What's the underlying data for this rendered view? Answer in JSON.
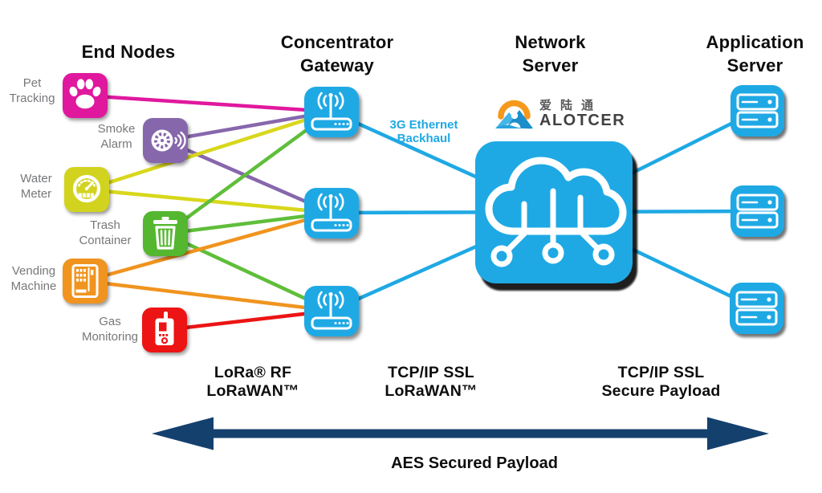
{
  "title_headers": {
    "end_nodes": "End Nodes",
    "concentrator": [
      "Concentrator",
      "Gateway"
    ],
    "network": [
      "Network",
      "Server"
    ],
    "application": [
      "Application",
      "Server"
    ]
  },
  "end_nodes": [
    {
      "id": "pet",
      "label": [
        "Pet",
        "Tracking"
      ],
      "color": "#e0189e",
      "icon": "paw-icon"
    },
    {
      "id": "smoke",
      "label": [
        "Smoke",
        "Alarm"
      ],
      "color": "#8767ac",
      "icon": "smoke-detector-icon"
    },
    {
      "id": "water",
      "label": [
        "Water",
        "Meter"
      ],
      "color": "#d2d31f",
      "icon": "water-meter-gauge-icon"
    },
    {
      "id": "trash",
      "label": [
        "Trash",
        "Container"
      ],
      "color": "#54b72f",
      "icon": "trash-can-icon"
    },
    {
      "id": "vending",
      "label": [
        "Vending",
        "Machine"
      ],
      "color": "#f0941f",
      "icon": "vending-machine-icon"
    },
    {
      "id": "gas",
      "label": [
        "Gas",
        "Monitoring"
      ],
      "color": "#ec1414",
      "icon": "gas-detector-icon"
    }
  ],
  "gateways": [
    {
      "id": "gw1"
    },
    {
      "id": "gw2"
    },
    {
      "id": "gw3"
    }
  ],
  "network_server": {
    "logo_cn": "爱陆通",
    "logo_en": "ALOTCER"
  },
  "app_servers": [
    {
      "id": "s1"
    },
    {
      "id": "s2"
    },
    {
      "id": "s3"
    }
  ],
  "connections": [
    {
      "from": "pet",
      "to": "gw1",
      "color": "#e0189e"
    },
    {
      "from": "smoke",
      "to": "gw1",
      "color": "#8767ac"
    },
    {
      "from": "smoke",
      "to": "gw2",
      "color": "#8767ac"
    },
    {
      "from": "water",
      "to": "gw1",
      "color": "#d8d71b"
    },
    {
      "from": "water",
      "to": "gw2",
      "color": "#d8d71b"
    },
    {
      "from": "trash",
      "to": "gw1",
      "color": "#5fbe3a"
    },
    {
      "from": "trash",
      "to": "gw2",
      "color": "#5fbe3a"
    },
    {
      "from": "trash",
      "to": "gw3",
      "color": "#5fbe3a"
    },
    {
      "from": "vending",
      "to": "gw2",
      "color": "#f0941f"
    },
    {
      "from": "vending",
      "to": "gw3",
      "color": "#f0941f"
    },
    {
      "from": "gas",
      "to": "gw3",
      "color": "#ec1414"
    },
    {
      "from": "gw1",
      "to": "cloud",
      "color": "#1fa9e4"
    },
    {
      "from": "gw2",
      "to": "cloud",
      "color": "#1fa9e4"
    },
    {
      "from": "gw3",
      "to": "cloud",
      "color": "#1fa9e4"
    },
    {
      "from": "cloud",
      "to": "s1",
      "color": "#1fa9e4"
    },
    {
      "from": "cloud",
      "to": "s2",
      "color": "#1fa9e4"
    },
    {
      "from": "cloud",
      "to": "s3",
      "color": "#1fa9e4"
    }
  ],
  "labels": {
    "backhaul": [
      "3G Ethernet",
      "Backhaul"
    ],
    "lora_rf": [
      "LoRa® RF",
      "LoRaWAN™"
    ],
    "tcp_lorawan": [
      "TCP/IP SSL",
      "LoRaWAN™"
    ],
    "tcp_secure": [
      "TCP/IP SSL",
      "Secure Payload"
    ],
    "aes": "AES Secured Payload"
  },
  "colors": {
    "device_blue": "#1fa9e4",
    "arrow_navy": "#14406e",
    "label_gray": "#77787b"
  }
}
